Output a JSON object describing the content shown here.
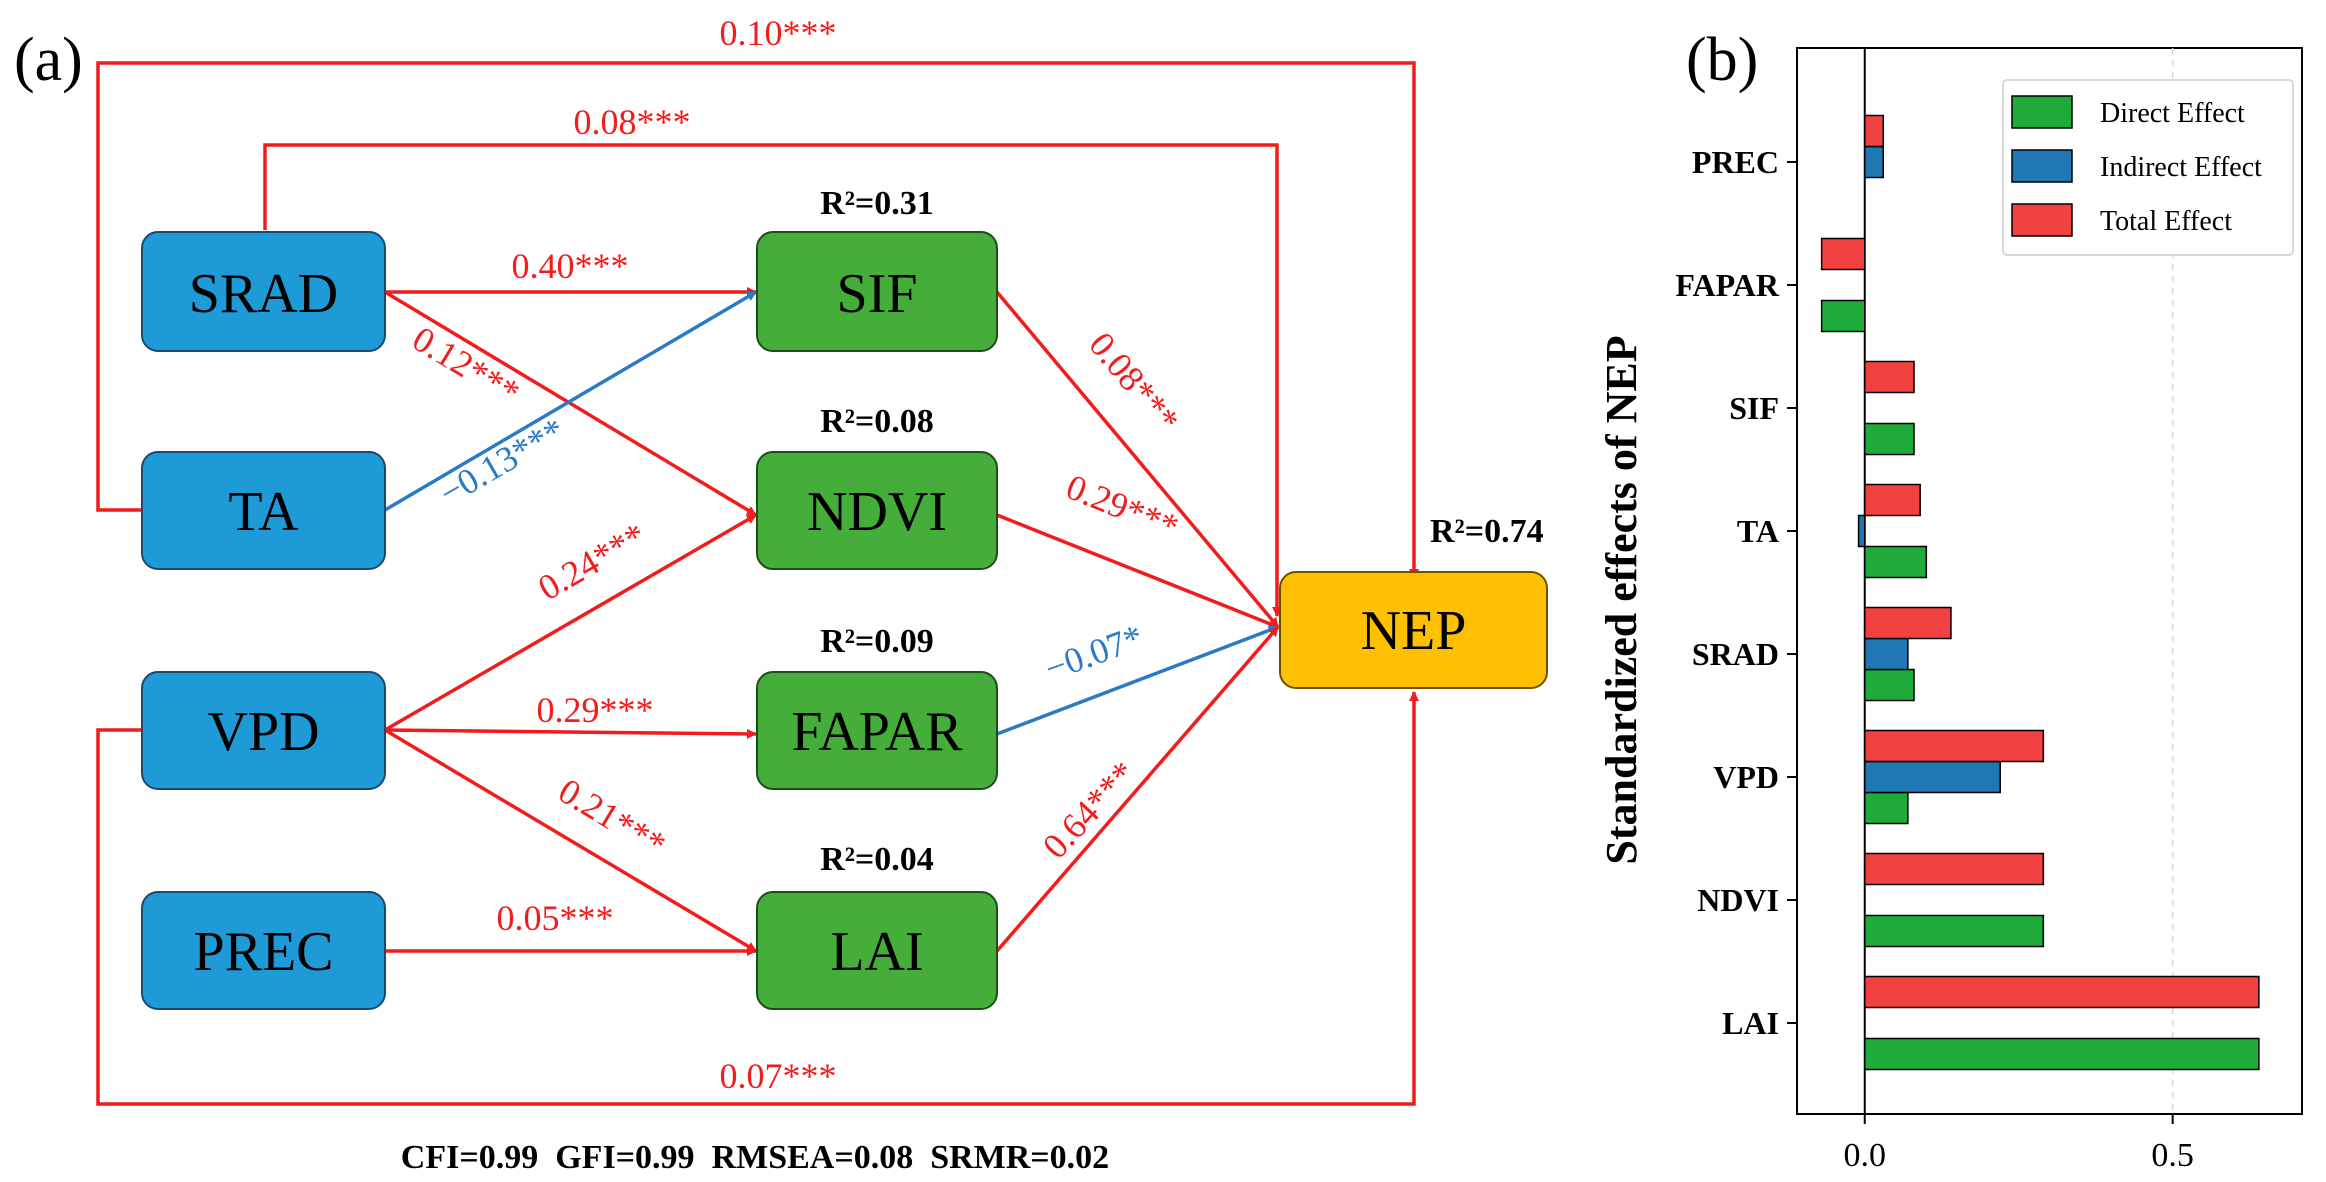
{
  "panels": {
    "a": "(a)",
    "b": "(b)"
  },
  "colors": {
    "driver_box": "#1e9ad6",
    "vegetation_box": "#45ae3a",
    "target_box": "#fec000",
    "positive_path": "#f21c1c",
    "negative_path": "#2a7ac6",
    "direct": "#1eab3a",
    "indirect": "#1f77b4",
    "total": "#f24141"
  },
  "diagram": {
    "nodes": {
      "srad": "SRAD",
      "ta": "TA",
      "vpd": "VPD",
      "prec": "PREC",
      "sif": "SIF",
      "ndvi": "NDVI",
      "fapar": "FAPAR",
      "lai": "LAI",
      "nep": "NEP"
    },
    "r2": {
      "sif": "R²=0.31",
      "ndvi": "R²=0.08",
      "fapar": "R²=0.09",
      "lai": "R²=0.04",
      "nep": "R²=0.74"
    },
    "paths": {
      "ta_nep": "0.10***",
      "srad_nep": "0.08***",
      "srad_sif": "0.40***",
      "srad_ndvi": "0.12***",
      "ta_sif": "−0.13***",
      "vpd_ndvi": "0.24***",
      "vpd_fapar": "0.29***",
      "vpd_lai": "0.21***",
      "prec_lai": "0.05***",
      "sif_nep": "0.08***",
      "ndvi_nep": "0.29***",
      "fapar_nep": "−0.07*",
      "lai_nep": "0.64***",
      "vpd_nep": "0.07***"
    },
    "fit_indices": "CFI=0.99  GFI=0.99  RMSEA=0.08  SRMR=0.02"
  },
  "chart_data": {
    "type": "bar",
    "orientation": "horizontal",
    "categories": [
      "PREC",
      "FAPAR",
      "SIF",
      "TA",
      "SRAD",
      "VPD",
      "NDVI",
      "LAI"
    ],
    "series": [
      {
        "name": "Direct Effect",
        "values": [
          0.0,
          -0.07,
          0.08,
          0.1,
          0.08,
          0.07,
          0.29,
          0.64
        ]
      },
      {
        "name": "Indirect Effect",
        "values": [
          0.03,
          0.0,
          0.0,
          -0.01,
          0.07,
          0.22,
          0.0,
          0.0
        ]
      },
      {
        "name": "Total Effect",
        "values": [
          0.03,
          -0.07,
          0.08,
          0.09,
          0.14,
          0.29,
          0.29,
          0.64
        ]
      }
    ],
    "ylabel": "Standardized effects of NEP",
    "xticks": [
      "0.0",
      "0.5"
    ],
    "xlim": [
      -0.11,
      0.71
    ],
    "legend": "top-right",
    "grid": "vertical dashed at 0.5"
  }
}
